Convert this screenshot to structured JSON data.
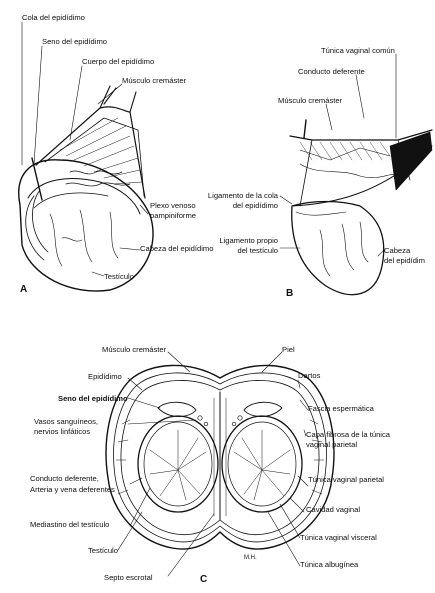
{
  "figure_a": {
    "letter": "A",
    "labels": {
      "cola": "Cola del epidídimo",
      "seno": "Seno del epidídimo",
      "cuerpo": "Cuerpo del epidídimo",
      "cremaster": "Músculo cremáster",
      "plexo_1": "Plexo venoso",
      "plexo_2": "pampiniforme",
      "cabeza": "Cabeza del epidídimo",
      "testiculo": "Testículo"
    }
  },
  "figure_b": {
    "letter": "B",
    "labels": {
      "tunica_comun": "Túnica vaginal común",
      "conducto": "Conducto deferente",
      "cremaster": "Músculo cremáster",
      "lig_cola_1": "Ligamento de la cola",
      "lig_cola_2": "del epidídimo",
      "lig_propio_1": "Ligamento propio",
      "lig_propio_2": "del testículo",
      "cabeza_1": "Cabeza",
      "cabeza_2": "del epidídim"
    }
  },
  "figure_c": {
    "letter": "C",
    "signature": "M.H.",
    "labels": {
      "cremaster": "Músculo cremáster",
      "epididimo": "Epidídimo",
      "seno": "Seno del epidídimo",
      "vasos_1": "Vasos sanguíneos,",
      "vasos_2": "nervios linfáticos",
      "conducto_1": "Conducto deferente,",
      "conducto_2": "Arteria y vena deferentes",
      "mediastino": "Mediastino del testículo",
      "testiculo": "Testículo",
      "septo": "Septo escrotal",
      "piel": "Piel",
      "dartos": "Dartos",
      "fascia": "Fascia espermática",
      "capa_1": "Capa fibrosa de la túnica",
      "capa_2": "vaginal parietal",
      "tunica_parietal": "Túnica vaginal parietal",
      "cavidad": "Cavidad vaginal",
      "tunica_visceral": "Túnica vaginal visceral",
      "albuginea": "Túnica albugínea"
    }
  }
}
